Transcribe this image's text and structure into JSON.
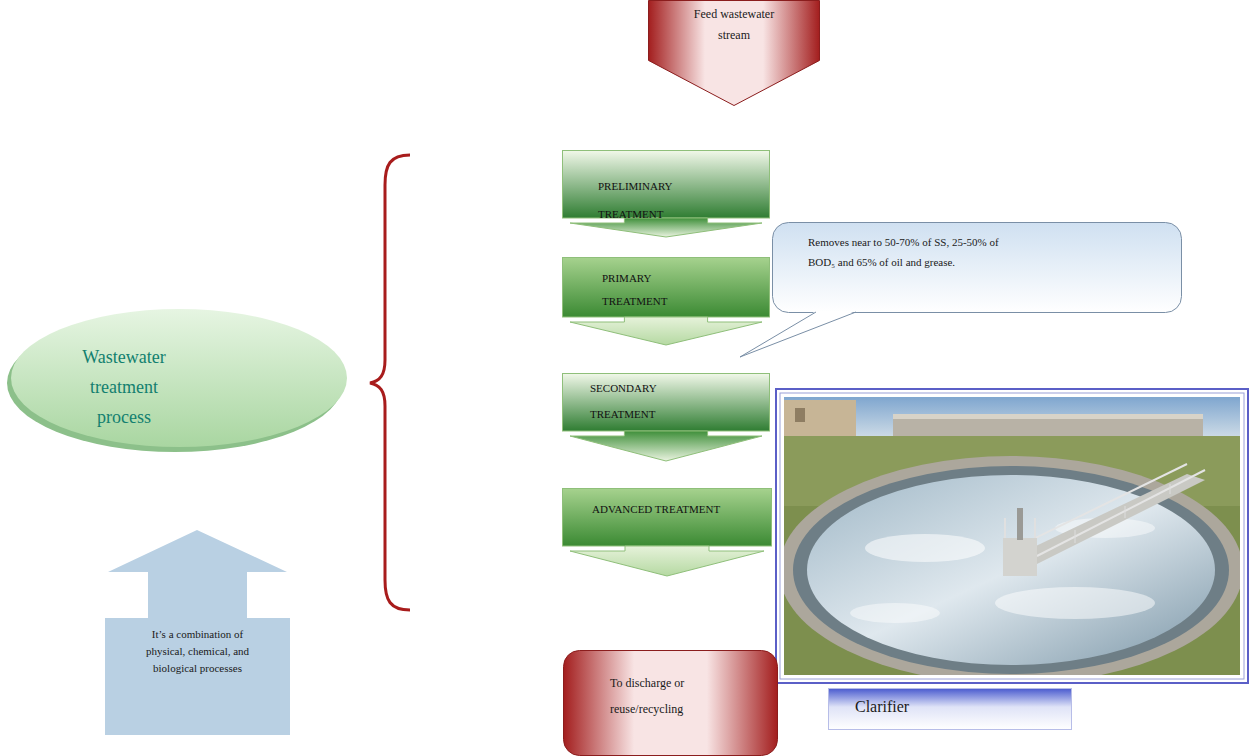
{
  "diagram": {
    "nodes": [
      {
        "text": [
          "Feed wastewater stream"
        ]
      },
      {
        "text": [
          "PRELIMINARY TREATMENT"
        ]
      },
      {
        "text": [
          "Removes near to 50-70% of SS, 25-50% of BOD₅ and 65% of oil and grease."
        ]
      },
      {
        "text": [
          "PRIMARY TREATMENT"
        ]
      },
      {
        "text": [
          "Wastewater treatment process"
        ]
      },
      {
        "text": [
          "SECONDARY TREATMENT"
        ]
      },
      {
        "text": [
          "ADVANCED TREATMENT"
        ]
      },
      {
        "text": [
          "It’s a combination of physical, chemical, and biological processes"
        ]
      },
      {
        "text": [
          "To discharge or reuse/recycling"
        ]
      },
      {
        "text": [
          "Clarifier"
        ]
      }
    ]
  }
}
